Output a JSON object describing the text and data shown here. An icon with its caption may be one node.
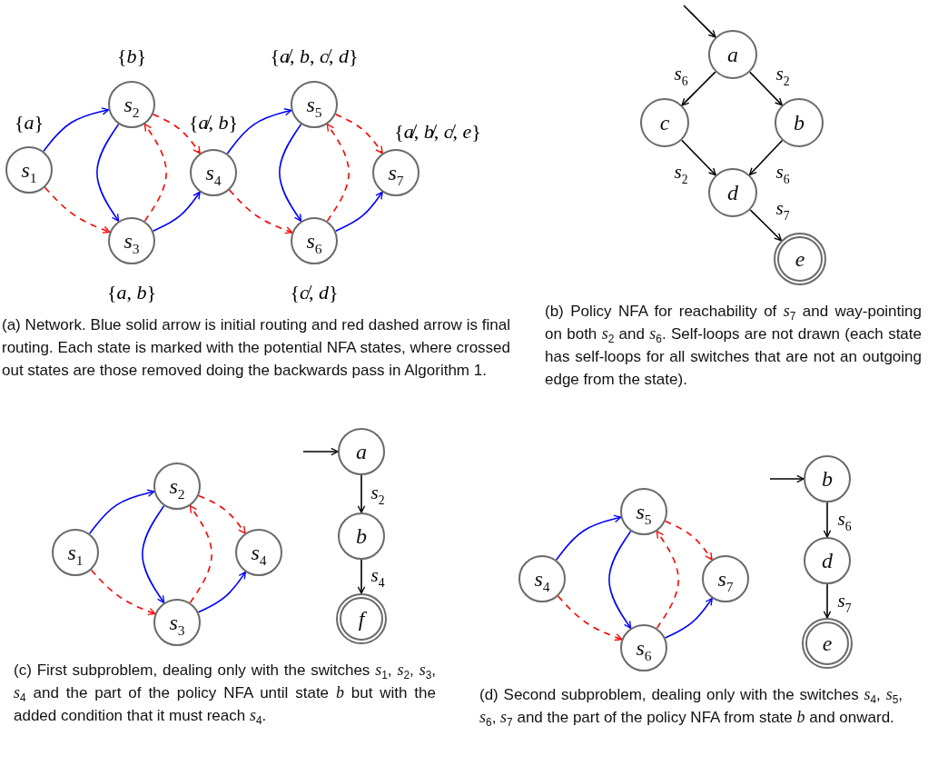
{
  "diagram": {
    "nodes": [
      {
        "text": [
          "s$_{1}$"
        ],
        "beside": [
          "{*a*}"
        ]
      },
      {
        "text": [
          "s$_{2}$"
        ],
        "beside": [
          "{*b*}"
        ]
      },
      {
        "text": [
          "s$_{3}$"
        ],
        "beside": [
          "{*a*, *b*}"
        ]
      },
      {
        "text": [
          "s$_{4}$"
        ],
        "beside": [
          "{*a̸*, *b*}"
        ]
      },
      {
        "text": [
          "s$_{5}$"
        ],
        "beside": [
          "{*a̸*, *b*, *c̸*, *d*}"
        ]
      },
      {
        "text": [
          "s$_{6}$"
        ],
        "beside": [
          "{*c̸*, *d*}"
        ]
      },
      {
        "text": [
          "s$_{7}$"
        ],
        "beside": [
          "{*a̸*, *b̸*, *c̸*, *e*}"
        ]
      },
      {
        "text": [
          "a"
        ]
      },
      {
        "text": [
          "c"
        ]
      },
      {
        "text": [
          "b"
        ]
      },
      {
        "text": [
          "d"
        ]
      },
      {
        "text": [
          "e"
        ]
      },
      {
        "text": [
          "s$_{1}$"
        ]
      },
      {
        "text": [
          "s$_{2}$"
        ]
      },
      {
        "text": [
          "s$_{3}$"
        ]
      },
      {
        "text": [
          "s$_{4}$"
        ]
      },
      {
        "text": [
          "a"
        ]
      },
      {
        "text": [
          "b"
        ]
      },
      {
        "text": [
          "f"
        ]
      },
      {
        "text": [
          "s$_{4}$"
        ]
      },
      {
        "text": [
          "s$_{5}$"
        ]
      },
      {
        "text": [
          "s$_{6}$"
        ]
      },
      {
        "text": [
          "s$_{7}$"
        ]
      },
      {
        "text": [
          "b"
        ]
      },
      {
        "text": [
          "d"
        ]
      },
      {
        "text": [
          "e"
        ]
      }
    ],
    "edges": [
      {
        "from": 0,
        "to": 1,
        "arrow": "to",
        "color": "#0000ff"
      },
      {
        "from": 0,
        "to": 2,
        "arrow": "to",
        "style": "dashed",
        "color": "#ff0000"
      },
      {
        "from": 1,
        "to": 2,
        "arrow": "to",
        "color": "#0000ff"
      },
      {
        "from": 2,
        "to": 1,
        "arrow": "to",
        "style": "dashed",
        "color": "#ff0000"
      },
      {
        "from": 1,
        "to": 3,
        "arrow": "to",
        "style": "dashed",
        "color": "#ff0000"
      },
      {
        "from": 2,
        "to": 3,
        "arrow": "to",
        "color": "#0000ff"
      },
      {
        "from": 3,
        "to": 4,
        "arrow": "to",
        "color": "#0000ff"
      },
      {
        "from": 3,
        "to": 5,
        "arrow": "to",
        "style": "dashed",
        "color": "#ff0000"
      },
      {
        "from": 4,
        "to": 5,
        "arrow": "to",
        "color": "#0000ff"
      },
      {
        "from": 5,
        "to": 4,
        "arrow": "to",
        "style": "dashed",
        "color": "#ff0000"
      },
      {
        "from": 4,
        "to": 6,
        "arrow": "to",
        "style": "dashed",
        "color": "#ff0000"
      },
      {
        "from": 5,
        "to": 6,
        "arrow": "to",
        "color": "#0000ff"
      },
      {
        "from": null,
        "to": 7,
        "arrow": "to",
        "color": "#000000"
      },
      {
        "from": 7,
        "to": 8,
        "arrow": "to",
        "label": "s$_{6}$",
        "color": "#000000"
      },
      {
        "from": 7,
        "to": 9,
        "arrow": "to",
        "label": "s$_{2}$",
        "color": "#000000"
      },
      {
        "from": 8,
        "to": 10,
        "arrow": "to",
        "label": "s$_{2}$",
        "color": "#000000"
      },
      {
        "from": 9,
        "to": 10,
        "arrow": "to",
        "label": "s$_{6}$",
        "color": "#000000"
      },
      {
        "from": 10,
        "to": 11,
        "arrow": "to",
        "label": "s$_{7}$",
        "color": "#000000"
      },
      {
        "from": 12,
        "to": 13,
        "arrow": "to",
        "color": "#0000ff"
      },
      {
        "from": 12,
        "to": 14,
        "arrow": "to",
        "style": "dashed",
        "color": "#ff0000"
      },
      {
        "from": 13,
        "to": 14,
        "arrow": "to",
        "color": "#0000ff"
      },
      {
        "from": 14,
        "to": 13,
        "arrow": "to",
        "style": "dashed",
        "color": "#ff0000"
      },
      {
        "from": 13,
        "to": 15,
        "arrow": "to",
        "style": "dashed",
        "color": "#ff0000"
      },
      {
        "from": 14,
        "to": 15,
        "arrow": "to",
        "color": "#0000ff"
      },
      {
        "from": null,
        "to": 16,
        "arrow": "to",
        "color": "#000000"
      },
      {
        "from": 16,
        "to": 17,
        "arrow": "to",
        "label": "s$_{2}$",
        "color": "#000000"
      },
      {
        "from": 17,
        "to": 18,
        "arrow": "to",
        "label": "s$_{4}$",
        "color": "#000000"
      },
      {
        "from": 19,
        "to": 20,
        "arrow": "to",
        "color": "#0000ff"
      },
      {
        "from": 19,
        "to": 21,
        "arrow": "to",
        "style": "dashed",
        "color": "#ff0000"
      },
      {
        "from": 20,
        "to": 21,
        "arrow": "to",
        "color": "#0000ff"
      },
      {
        "from": 21,
        "to": 20,
        "arrow": "to",
        "style": "dashed",
        "color": "#ff0000"
      },
      {
        "from": 20,
        "to": 22,
        "arrow": "to",
        "style": "dashed",
        "color": "#ff0000"
      },
      {
        "from": 21,
        "to": 22,
        "arrow": "to",
        "color": "#0000ff"
      },
      {
        "from": null,
        "to": 23,
        "arrow": "to",
        "color": "#000000"
      },
      {
        "from": 23,
        "to": 24,
        "arrow": "to",
        "label": "s$_{6}$",
        "color": "#000000"
      },
      {
        "from": 24,
        "to": 25,
        "arrow": "to",
        "label": "s$_{7}$",
        "color": "#000000"
      }
    ],
    "labels": [
      "(a) Network. Blue solid arrow is initial routing and red dashed arrow is final routing. Each state is marked with the potential NFA states, where crossed out states are those removed doing the backwards pass in Algorithm 1.",
      "(b) Policy NFA for reachability of *s*$_{7}$ and way-pointing on both *s*$_{2}$ and *s*$_{6}$. Self-loops are not drawn (each state has self-loops for all switches that are not an outgoing edge from the state).",
      "(c) First subproblem, dealing only with the switches *s*$_{1}$, *s*$_{2}$, *s*$_{3}$, *s*$_{4}$ and the part of the policy NFA until state *b* but with the added condition that it must reach *s*$_{4}$.",
      "(d) Second subproblem, dealing only with the switches *s*$_{4}$, *s*$_{5}$, *s*$_{6}$, *s*$_{7}$ and the part of the policy NFA from state *b* and onward."
    ]
  }
}
